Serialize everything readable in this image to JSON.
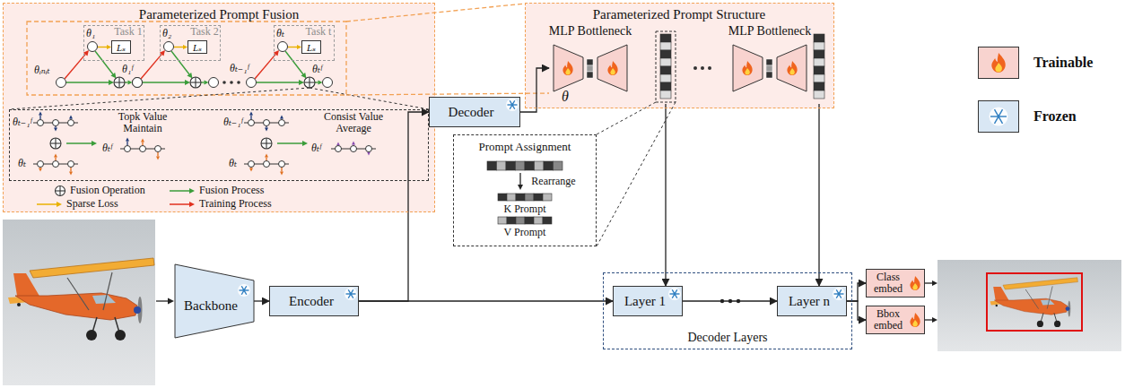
{
  "diagram": {
    "nodes": [
      {
        "text": [
          "Parameterized Prompt Fusion"
        ]
      },
      {
        "text": [
          "Task 1"
        ],
        "in": 0
      },
      {
        "text": [
          "Lₛ"
        ],
        "in": 1
      },
      {
        "text": [
          "Task 2"
        ],
        "in": 0
      },
      {
        "text": [
          "Lₛ"
        ],
        "in": 3
      },
      {
        "text": [
          "Task t"
        ],
        "in": 0
      },
      {
        "text": [
          "Lₛ"
        ],
        "in": 5
      },
      {
        "text": [
          "Topk Value Maintain",
          "Consist Value Average"
        ],
        "in": 0
      },
      {
        "text": [
          "Parameterized Prompt Structure"
        ]
      },
      {
        "text": [
          "MLP Bottleneck"
        ],
        "in": 8
      },
      {
        "text": [
          "MLP Bottleneck"
        ],
        "in": 8
      },
      {
        "text": [
          "Decoder"
        ]
      },
      {
        "text": [
          "Prompt Assignment",
          "Rearrange",
          "K Prompt",
          "V Prompt"
        ]
      },
      {
        "text": [
          "Backbone"
        ]
      },
      {
        "text": [
          "Encoder"
        ]
      },
      {
        "text": [
          "Decoder Layers"
        ]
      },
      {
        "text": [
          "Layer 1"
        ],
        "in": 15
      },
      {
        "text": [
          "Layer n"
        ],
        "in": 15
      },
      {
        "text": [
          "Class embed"
        ]
      },
      {
        "text": [
          "Bbox embed"
        ]
      }
    ],
    "edges": [
      {
        "from": 13,
        "to": 14,
        "arrow": "to"
      },
      {
        "from": 14,
        "to": 16,
        "arrow": "to"
      },
      {
        "from": 14,
        "to": 11,
        "arrow": "to"
      },
      {
        "from": 11,
        "to": 9,
        "arrow": "to"
      },
      {
        "from": 9,
        "to": 16,
        "arrow": "to"
      },
      {
        "from": 10,
        "to": 17,
        "arrow": "to"
      },
      {
        "from": 16,
        "to": 17,
        "arrow": "to"
      },
      {
        "from": 17,
        "to": 18,
        "arrow": "to"
      },
      {
        "from": 17,
        "to": 19,
        "arrow": "to"
      }
    ],
    "labels": [
      "θᵢₙᵢₜ",
      "θ₁",
      "θ₁ᶠ",
      "θ₂",
      "θₜ₋₁ᶠ",
      "θₜ",
      "θₜᶠ",
      "θₜ₋₁ᶠ",
      "θₜ",
      "θₜᶠ",
      "θₜ₋₁ᶠ",
      "θₜ",
      "θₜᶠ",
      "θ"
    ],
    "legend": [
      {
        "text": "Fusion Operation"
      },
      {
        "text": "Fusion Process"
      },
      {
        "text": "Sparse Loss"
      },
      {
        "text": "Training Process"
      },
      {
        "text": "Trainable",
        "color": "#f8d3cf"
      },
      {
        "text": "Frozen",
        "color": "#d9e7f4"
      }
    ]
  }
}
